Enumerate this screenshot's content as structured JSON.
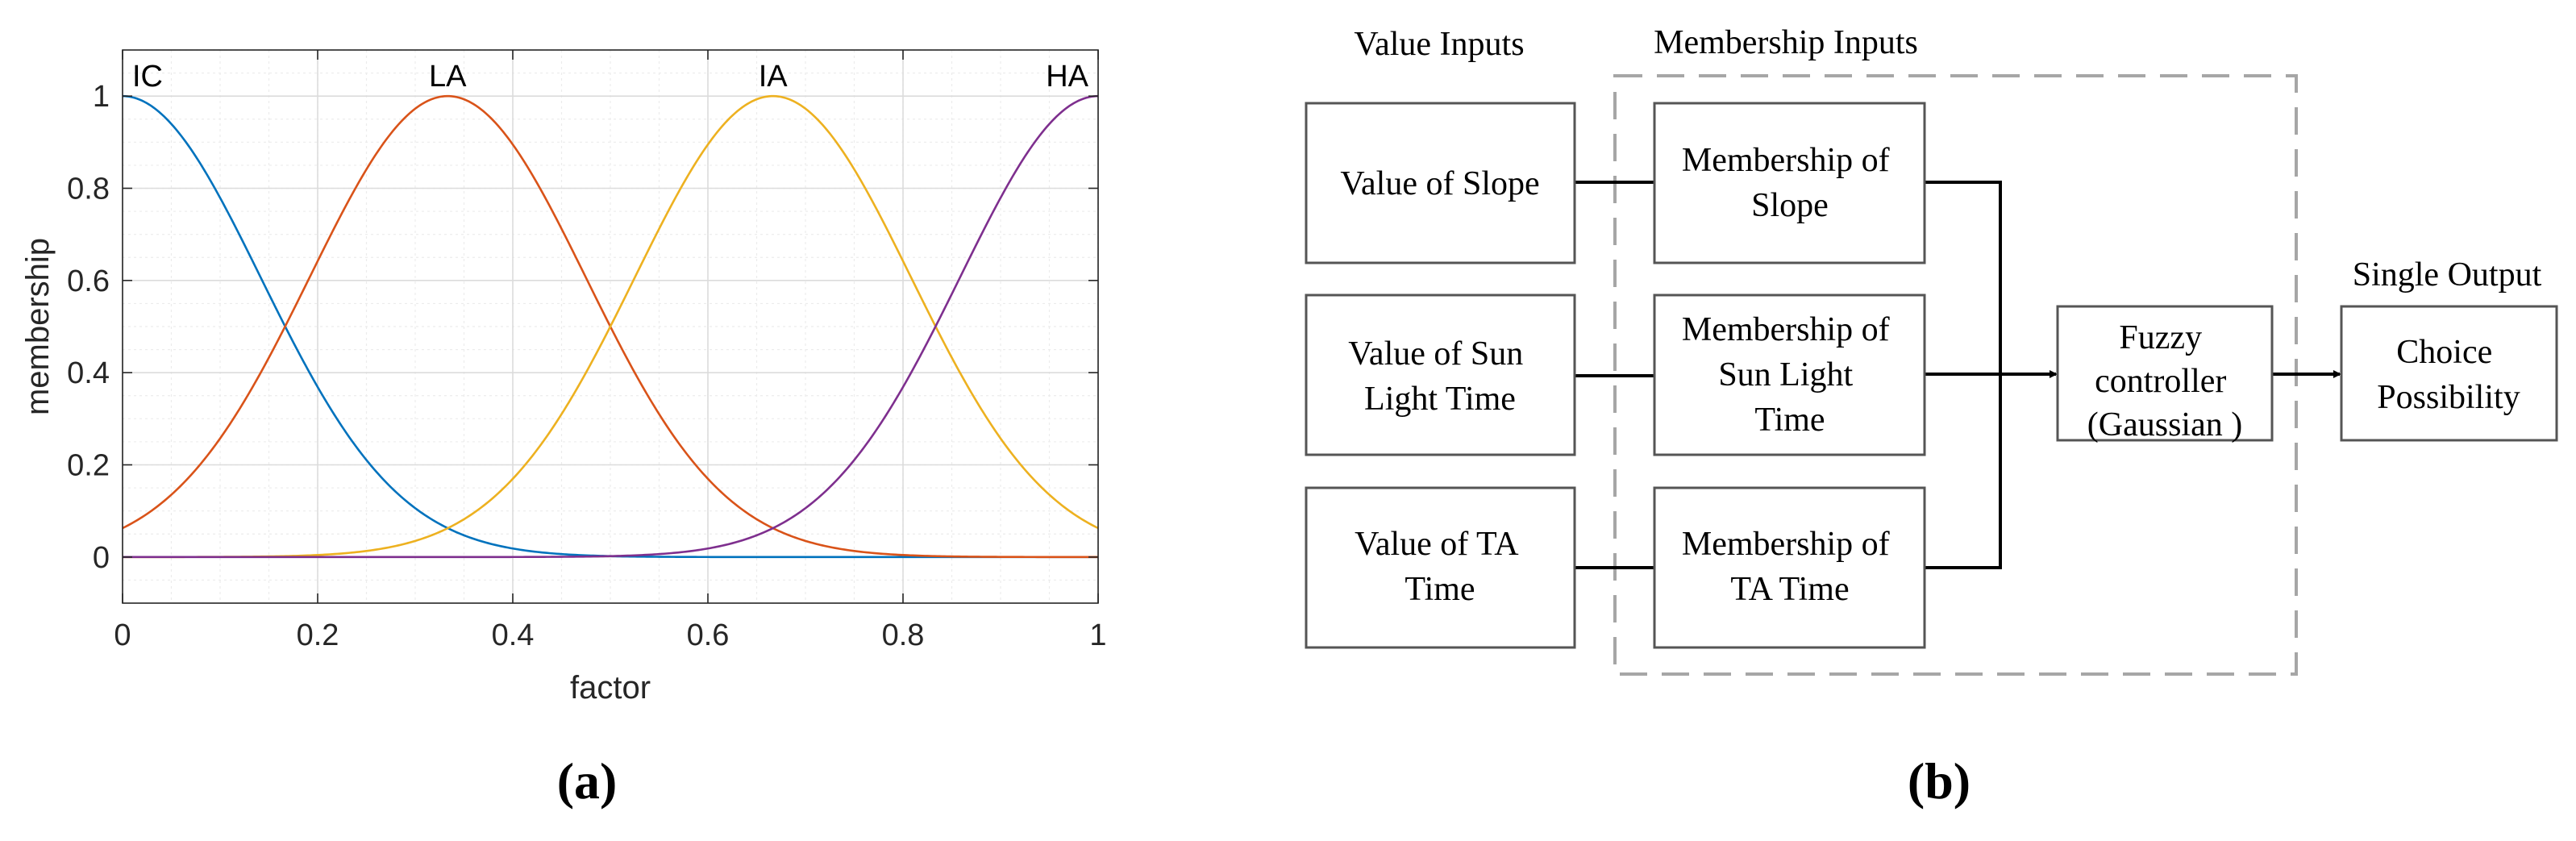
{
  "panel_a": {
    "caption": "(a)",
    "chart_data": {
      "type": "line",
      "xlabel": "factor",
      "ylabel": "membership",
      "xlim": [
        0,
        1
      ],
      "ylim": [
        -0.1,
        1.1
      ],
      "xticks": [
        "0",
        "0.2",
        "0.4",
        "0.6",
        "0.8",
        "1"
      ],
      "xtick_values": [
        0,
        0.2,
        0.4,
        0.6,
        0.8,
        1
      ],
      "yticks": [
        "0",
        "0.2",
        "0.4",
        "0.6",
        "0.8",
        "1"
      ],
      "ytick_values": [
        0,
        0.2,
        0.4,
        0.6,
        0.8,
        1
      ],
      "grid": true,
      "minor_grid": true,
      "curve": "gaussian",
      "sigma": 0.1416,
      "series": [
        {
          "name": "IC",
          "center": 0.0,
          "color": "#0072BD"
        },
        {
          "name": "LA",
          "center": 0.3333,
          "color": "#D95319"
        },
        {
          "name": "IA",
          "center": 0.6667,
          "color": "#EDB120"
        },
        {
          "name": "HA",
          "center": 1.0,
          "color": "#7E2F8E"
        }
      ]
    }
  },
  "panel_b": {
    "caption": "(b)",
    "headers": {
      "value_inputs": "Value Inputs",
      "membership_inputs": "Membership Inputs",
      "single_output": "Single Output"
    },
    "value_boxes": [
      {
        "lines": [
          "Value of Slope"
        ]
      },
      {
        "lines": [
          "Value of Sun",
          "Light Time"
        ]
      },
      {
        "lines": [
          "Value of TA",
          "Time"
        ]
      }
    ],
    "membership_boxes": [
      {
        "lines": [
          "Membership of",
          "Slope"
        ]
      },
      {
        "lines": [
          "Membership of",
          "Sun Light",
          "Time"
        ]
      },
      {
        "lines": [
          "Membership of",
          "TA Time"
        ]
      }
    ],
    "controller": {
      "lines": [
        "Fuzzy",
        "controller",
        "(Gaussian )"
      ]
    },
    "output": {
      "lines": [
        "Choice",
        "Possibility"
      ]
    }
  }
}
